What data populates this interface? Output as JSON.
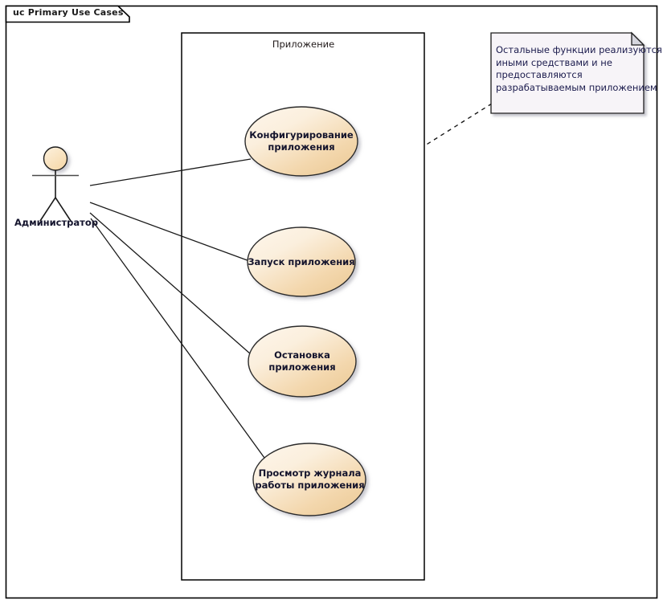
{
  "diagram": {
    "frame": {
      "tab_label": "uc Primary Use Cases",
      "kind": "use-case-diagram"
    },
    "system_boundary": {
      "label": "Приложение"
    },
    "actors": [
      {
        "id": "admin",
        "label": "Администратор"
      }
    ],
    "use_cases": [
      {
        "id": "uc1",
        "lines": [
          "Конфигурирование",
          "приложения"
        ]
      },
      {
        "id": "uc2",
        "lines": [
          "Запуск приложения"
        ]
      },
      {
        "id": "uc3",
        "lines": [
          "Остановка",
          "приложения"
        ]
      },
      {
        "id": "uc4",
        "lines": [
          "Просмотр журнала",
          "работы приложения"
        ]
      }
    ],
    "note": {
      "lines": [
        "Остальные функции реализуются",
        "иными средствами и не",
        "предоставляются",
        "разрабатываемым приложением"
      ]
    },
    "associations": [
      {
        "from": "admin",
        "to": "uc1"
      },
      {
        "from": "admin",
        "to": "uc2"
      },
      {
        "from": "admin",
        "to": "uc3"
      },
      {
        "from": "admin",
        "to": "uc4"
      }
    ],
    "colors": {
      "use_case_fill_light": "#fbf1e2",
      "use_case_fill_dark": "#eecb9b",
      "use_case_stroke": "#2b2b2b",
      "actor_fill": "#fae3c0",
      "note_fill": "#f7f4f8",
      "note_fold": "#d6d6de",
      "line": "#1a1a1a",
      "frame_stroke": "#000000"
    }
  }
}
